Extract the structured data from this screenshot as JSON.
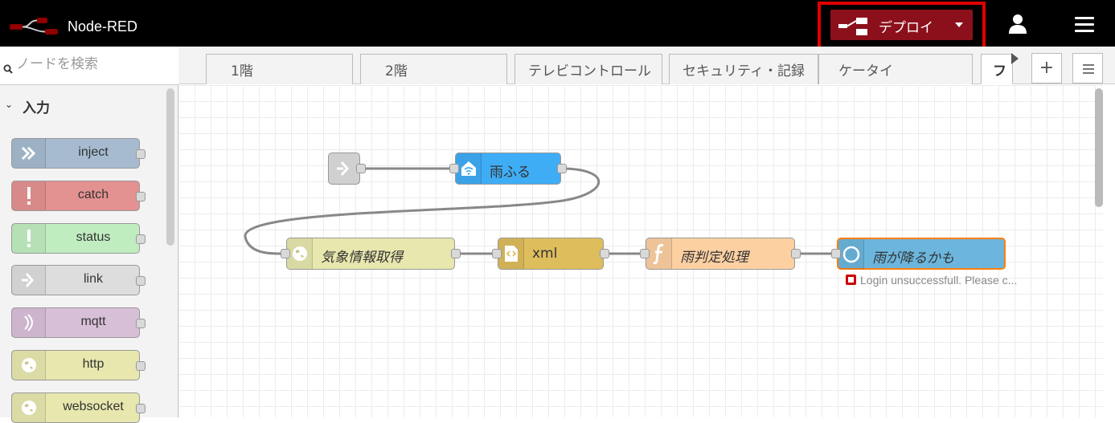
{
  "header": {
    "app_title": "Node-RED",
    "deploy_label": "デプロイ",
    "accent_color": "#8c101c",
    "highlight_color": "#e00000"
  },
  "palette": {
    "search_placeholder": "ノードを検索",
    "category_label": "入力",
    "nodes": [
      {
        "label": "inject",
        "color": "#a6bbcf",
        "icon": "arrow-in-icon"
      },
      {
        "label": "catch",
        "color": "#e49191",
        "icon": "exclamation-icon"
      },
      {
        "label": "status",
        "color": "#c0edc0",
        "icon": "exclamation-icon"
      },
      {
        "label": "link",
        "color": "#dddddd",
        "icon": "link-arrow-icon"
      },
      {
        "label": "mqtt",
        "color": "#d8bfd8",
        "icon": "radio-waves-icon"
      },
      {
        "label": "http",
        "color": "#e7e7ae",
        "icon": "globe-icon"
      },
      {
        "label": "websocket",
        "color": "#e7e7ae",
        "icon": "globe-icon"
      }
    ]
  },
  "tabs": [
    {
      "label": "1階"
    },
    {
      "label": "2階"
    },
    {
      "label": "テレビコントロール"
    },
    {
      "label": "セキュリティ・記録"
    },
    {
      "label": "ケータイ"
    },
    {
      "label": "フ"
    }
  ],
  "flow": {
    "nodes": [
      {
        "label": "",
        "color": "#dddddd",
        "icon": "link-in-icon"
      },
      {
        "label": "雨ふる",
        "color": "#3fadf6",
        "icon": "wifi-home-icon"
      },
      {
        "label": "気象情報取得",
        "color": "#e7e7ae",
        "icon": "globe-icon"
      },
      {
        "label": "xml",
        "color": "#debd5c",
        "icon": "code-icon"
      },
      {
        "label": "雨判定処理",
        "color": "#fdd0a2",
        "icon": "function-icon"
      },
      {
        "label": "雨が降るかも",
        "color": "#6cb6dd",
        "icon": "circle-icon"
      }
    ],
    "status_text": "Login unsuccessfull. Please c...",
    "status_color": "#cc0000"
  }
}
